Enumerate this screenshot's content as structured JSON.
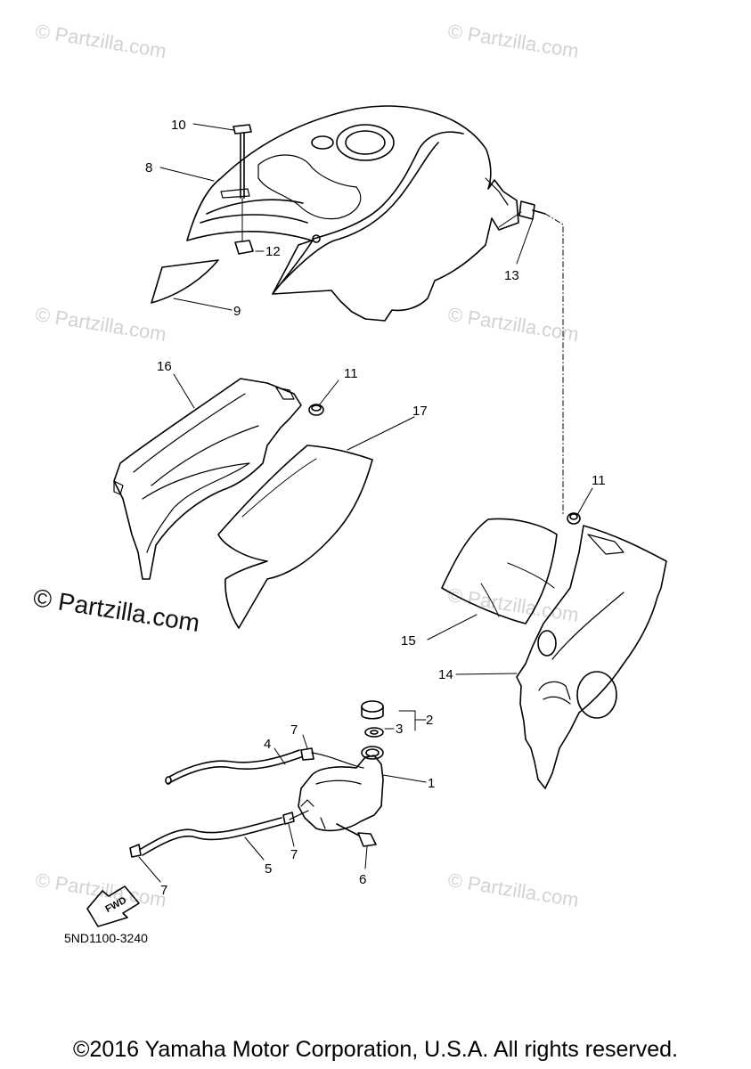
{
  "watermark": {
    "text": "© Partzilla.com"
  },
  "callouts": {
    "c1": "1",
    "c2": "2",
    "c3": "3",
    "c4": "4",
    "c5": "5",
    "c6": "6",
    "c7a": "7",
    "c7b": "7",
    "c7c": "7",
    "c8": "8",
    "c9": "9",
    "c10": "10",
    "c11a": "11",
    "c11b": "11",
    "c12": "12",
    "c13": "13",
    "c14": "14",
    "c15": "15",
    "c16": "16",
    "c17": "17"
  },
  "fwd_label": "FWD",
  "diagram_code": "5ND1100-3240",
  "copyright": "©2016 Yamaha Motor Corporation, U.S.A. All rights reserved."
}
